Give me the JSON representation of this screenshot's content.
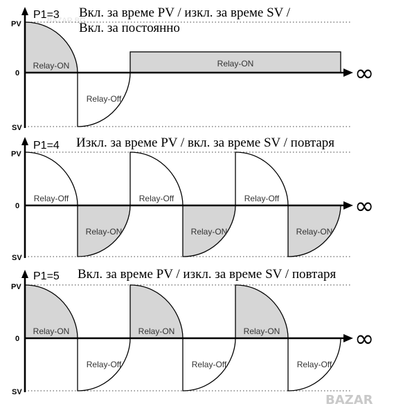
{
  "watermark": {
    "top_text": "BAZAR.BG",
    "logo_text": "BAZAR"
  },
  "colors": {
    "on_fill": "#d6d6d6",
    "off_fill": "#ffffff",
    "line": "#000000"
  },
  "diagrams": [
    {
      "param": "P1=3",
      "title_lines": [
        "Вкл. за време PV / изкл. за време SV /",
        "Вкл. за постоянно"
      ],
      "axis": {
        "pv": "PV",
        "zero": "0",
        "sv": "SV",
        "infinity": "∞"
      },
      "segments": [
        {
          "type": "pv-decay",
          "state": "on",
          "label": "Relay-ON"
        },
        {
          "type": "sv-rise",
          "state": "off",
          "label": "Relay-Off"
        },
        {
          "type": "constant-on",
          "state": "on",
          "label": "Relay-ON"
        }
      ]
    },
    {
      "param": "P1=4",
      "title_lines": [
        "Изкл. за време PV / вкл. за време SV / повтаря"
      ],
      "axis": {
        "pv": "PV",
        "zero": "0",
        "sv": "SV",
        "infinity": "∞"
      },
      "segments": [
        {
          "type": "pv-decay",
          "state": "off",
          "label": "Relay-Off"
        },
        {
          "type": "sv-rise",
          "state": "on",
          "label": "Relay-ON"
        },
        {
          "type": "pv-decay",
          "state": "off",
          "label": "Relay-Off"
        },
        {
          "type": "sv-rise",
          "state": "on",
          "label": "Relay-ON"
        },
        {
          "type": "pv-decay",
          "state": "off",
          "label": "Relay-Off"
        },
        {
          "type": "sv-rise",
          "state": "on",
          "label": "Relay-ON"
        }
      ]
    },
    {
      "param": "P1=5",
      "title_lines": [
        "Вкл. за време PV / изкл. за време SV / повтаря"
      ],
      "axis": {
        "pv": "PV",
        "zero": "0",
        "sv": "SV",
        "infinity": "∞"
      },
      "segments": [
        {
          "type": "pv-decay",
          "state": "on",
          "label": "Relay-ON"
        },
        {
          "type": "sv-rise",
          "state": "off",
          "label": "Relay-Off"
        },
        {
          "type": "pv-decay",
          "state": "on",
          "label": "Relay-ON"
        },
        {
          "type": "sv-rise",
          "state": "off",
          "label": "Relay-Off"
        },
        {
          "type": "pv-decay",
          "state": "on",
          "label": "Relay-ON"
        },
        {
          "type": "sv-rise",
          "state": "off",
          "label": "Relay-Off"
        }
      ]
    }
  ]
}
